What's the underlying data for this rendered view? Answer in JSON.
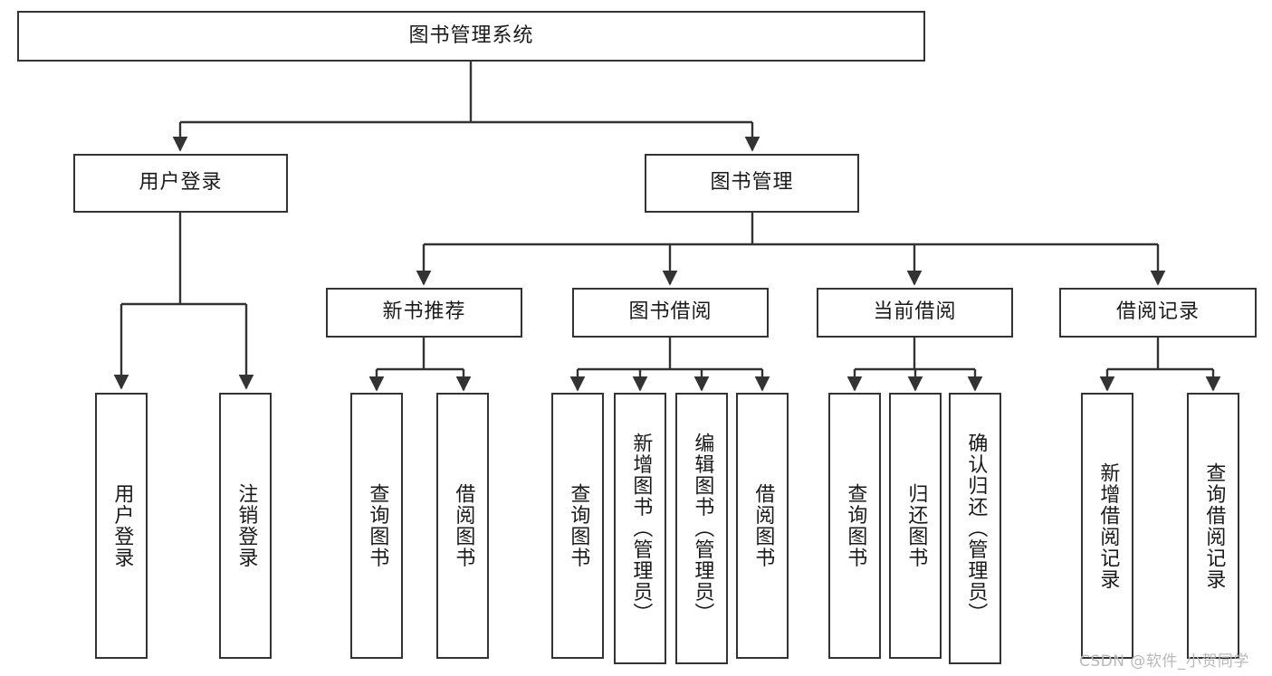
{
  "diagram": {
    "title": "图书管理系统",
    "type": "hierarchy-tree",
    "root": {
      "label": "图书管理系统"
    },
    "level2": [
      {
        "label": "用户登录"
      },
      {
        "label": "图书管理"
      }
    ],
    "level3": [
      {
        "label": "新书推荐"
      },
      {
        "label": "图书借阅"
      },
      {
        "label": "当前借阅"
      },
      {
        "label": "借阅记录"
      }
    ],
    "leaves": {
      "user_login": [
        {
          "label": "用户登录"
        },
        {
          "label": "注销登录"
        }
      ],
      "new_book_recommend": [
        {
          "label": "查询图书"
        },
        {
          "label": "借阅图书"
        }
      ],
      "book_borrow": [
        {
          "label": "查询图书"
        },
        {
          "label": "新增图书（管理员）"
        },
        {
          "label": "编辑图书（管理员）"
        },
        {
          "label": "借阅图书"
        }
      ],
      "current_borrow": [
        {
          "label": "查询图书"
        },
        {
          "label": "归还图书"
        },
        {
          "label": "确认归还（管理员）"
        }
      ],
      "borrow_record": [
        {
          "label": "新增借阅记录"
        },
        {
          "label": "查询借阅记录"
        }
      ]
    }
  },
  "watermark": {
    "text": "CSDN @软件_小贺同学"
  },
  "colors": {
    "stroke": "#333333",
    "text": "#1a1a1a",
    "background": "#ffffff",
    "watermark": "#b9b9b9"
  }
}
